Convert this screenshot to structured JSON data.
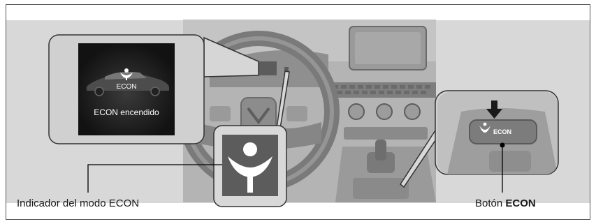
{
  "callouts": {
    "display_inset": {
      "badge_text": "ECON",
      "caption": "ECON encendido"
    },
    "indicator_label": "Indicador del modo ECON",
    "button_label_prefix": "Botón",
    "button_label_bold": "ECON",
    "button_inset": {
      "button_text": "ECON"
    }
  },
  "icons": {
    "indicator": "econ-leaf-icon",
    "press_arrow": "arrow-down-icon"
  },
  "colors": {
    "accent_gray": "#5c5c5c",
    "screen_dark": "#121212",
    "background_band": "#d8d8d8"
  }
}
